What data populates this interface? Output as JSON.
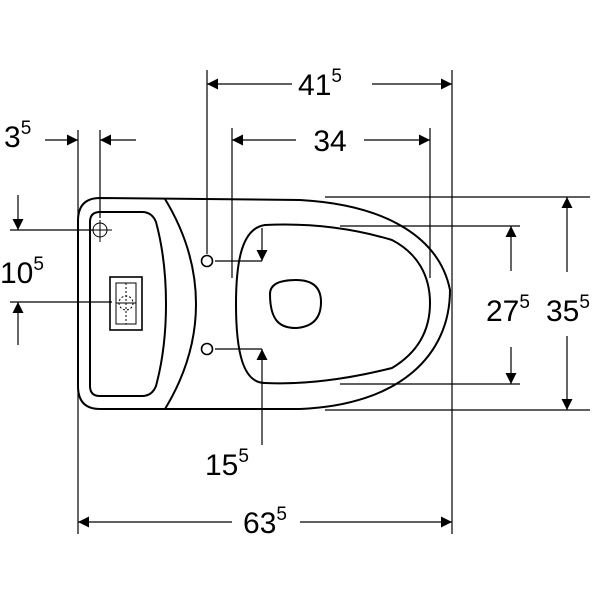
{
  "dimensions": {
    "overall_length": {
      "main": "63",
      "sup": "5"
    },
    "hole_outer_spacing": {
      "main": "41",
      "sup": "5"
    },
    "hole_inner_spacing": {
      "main": "34",
      "sup": ""
    },
    "tank_offset": {
      "main": "3",
      "sup": "5"
    },
    "tank_height_offset": {
      "main": "10",
      "sup": "5"
    },
    "seat_width": {
      "main": "27",
      "sup": "5"
    },
    "overall_width": {
      "main": "35",
      "sup": "5"
    },
    "fixing_hole_spacing": {
      "main": "15",
      "sup": "5"
    }
  }
}
